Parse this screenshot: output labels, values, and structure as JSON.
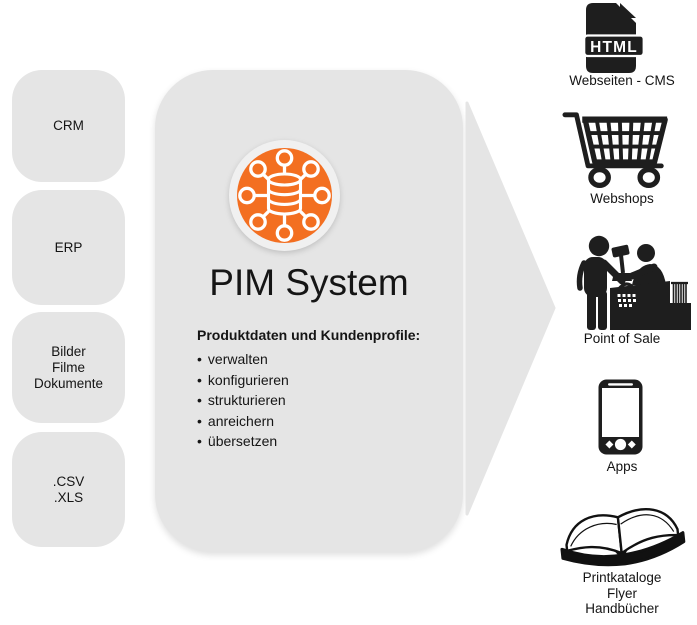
{
  "colors": {
    "background": "#ffffff",
    "box_gray": "#e5e5e5",
    "ring_gray": "#f0f0f0",
    "accent_orange": "#f36f21",
    "icon_black": "#1e1e1e",
    "text": "#141414"
  },
  "inputs": [
    {
      "id": "crm",
      "lines": [
        "CRM"
      ]
    },
    {
      "id": "erp",
      "lines": [
        "ERP"
      ]
    },
    {
      "id": "media",
      "lines": [
        "Bilder",
        "Filme",
        "Dokumente"
      ]
    },
    {
      "id": "files",
      "lines": [
        ".CSV",
        ".XLS"
      ]
    }
  ],
  "pim": {
    "icon": "database-network-icon",
    "title": "PIM System",
    "list_heading": "Produktdaten und Kundenprofile:",
    "bullet": "•",
    "items": [
      "verwalten",
      "konfigurieren",
      "strukturieren",
      "anreichern",
      "übersetzen"
    ]
  },
  "outputs": [
    {
      "id": "cms",
      "icon": "html-file-icon",
      "badge": "HTML",
      "label_lines": [
        "Webseiten - CMS"
      ]
    },
    {
      "id": "webshops",
      "icon": "shopping-cart-icon",
      "label_lines": [
        "Webshops"
      ]
    },
    {
      "id": "pos",
      "icon": "checkout-counter-icon",
      "label_lines": [
        "Point of Sale"
      ]
    },
    {
      "id": "apps",
      "icon": "smartphone-icon",
      "label_lines": [
        "Apps"
      ]
    },
    {
      "id": "print",
      "icon": "open-book-icon",
      "label_lines": [
        "Printkataloge",
        "Flyer",
        "Handbücher"
      ]
    }
  ]
}
